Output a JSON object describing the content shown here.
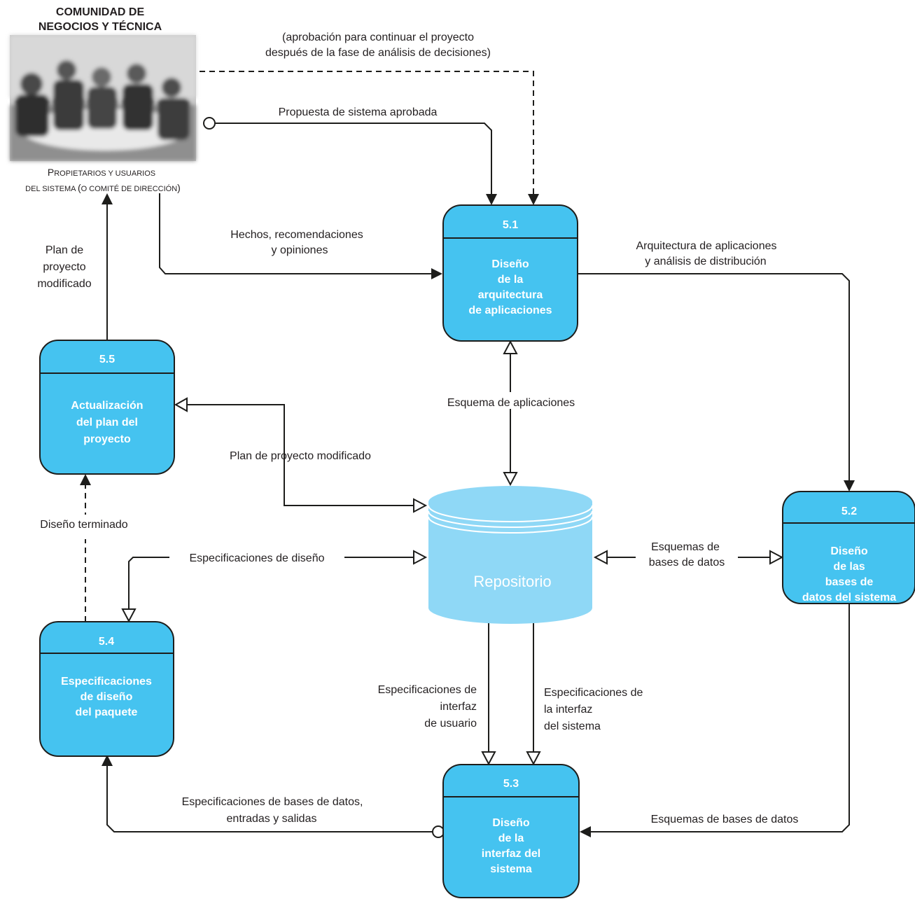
{
  "external_entity": {
    "group_title_line1": "COMUNIDAD DE",
    "group_title_line2": "NEGOCIOS Y TÉCNICA",
    "caption_line1": "Propietarios y usuarios",
    "caption_line2": "del sistema (o comité de dirección)"
  },
  "processes": [
    {
      "id": "5.1",
      "name_lines": [
        "Diseño",
        "de la",
        "arquitectura",
        "de aplicaciones"
      ]
    },
    {
      "id": "5.2",
      "name_lines": [
        "Diseño",
        "de las",
        "bases de",
        "datos del sistema"
      ]
    },
    {
      "id": "5.3",
      "name_lines": [
        "Diseño",
        "de la",
        "interfaz del",
        "sistema"
      ]
    },
    {
      "id": "5.4",
      "name_lines": [
        "Especificaciones",
        "de diseño",
        "del paquete"
      ]
    },
    {
      "id": "5.5",
      "name_lines": [
        "Actualización",
        "del plan del",
        "proyecto"
      ]
    }
  ],
  "data_store": {
    "name": "Repositorio"
  },
  "flows": {
    "approval_note": [
      "(aprobación para continuar el proyecto",
      "después de la fase de análisis de decisiones)"
    ],
    "approved_proposal": [
      "Propuesta de sistema aprobada"
    ],
    "facts": [
      "Hechos, recomendaciones",
      "y opiniones"
    ],
    "app_arch": [
      "Arquitectura de aplicaciones",
      "y análisis de distribución"
    ],
    "app_schema": [
      "Esquema de aplicaciones"
    ],
    "plan_modified_left": [
      "Plan de",
      "proyecto",
      "modificado"
    ],
    "plan_modified_repo": [
      "Plan de proyecto modificado"
    ],
    "design_done": [
      "Diseño terminado"
    ],
    "design_specs": [
      "Especificaciones de diseño"
    ],
    "db_schemas": [
      "Esquemas de",
      "bases de datos"
    ],
    "ui_specs": [
      "Especificaciones de",
      "interfaz",
      "de usuario"
    ],
    "sys_iface_specs": [
      "Especificaciones de",
      "la interfaz",
      "del sistema"
    ],
    "db_io_specs": [
      "Especificaciones de bases de datos,",
      "entradas y salidas"
    ],
    "db_schemas_bottom": [
      "Esquemas de bases de datos"
    ]
  }
}
